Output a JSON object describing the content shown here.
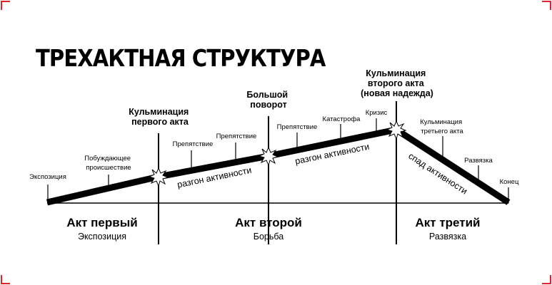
{
  "title": "ТРЕХАКТНАЯ СТРУКТУРА",
  "major_points": {
    "first_climax": [
      "Кульминация",
      "первого акта"
    ],
    "big_turn": [
      "Большой",
      "поворот"
    ],
    "second_climax": [
      "Кульминация",
      "второго акта",
      "(новая надежда)"
    ]
  },
  "small_points": {
    "exposition": "Экспозиция",
    "inciting_incident": [
      "Побуждающее",
      "происшествие"
    ],
    "obstacle_1": "Препятствие",
    "obstacle_2": "Препятствие",
    "obstacle_3": "Препятствие",
    "catastrophe": "Катастрофа",
    "crisis": "Кризис",
    "third_climax": [
      "Кульминация",
      "третьего акта"
    ],
    "resolution": "Развязка",
    "end": "Конец"
  },
  "slopes": {
    "rising_1": "разгон активности",
    "rising_2": "разгон активности",
    "falling": "спад активности"
  },
  "acts": [
    {
      "name": "Акт первый",
      "subtitle": "Экспозиция"
    },
    {
      "name": "Акт второй",
      "subtitle": "Борьба"
    },
    {
      "name": "Акт третий",
      "subtitle": "Развязка"
    }
  ],
  "colors": {
    "frame_corner": "#e0262b",
    "line": "#000000",
    "background": "#ffffff"
  }
}
